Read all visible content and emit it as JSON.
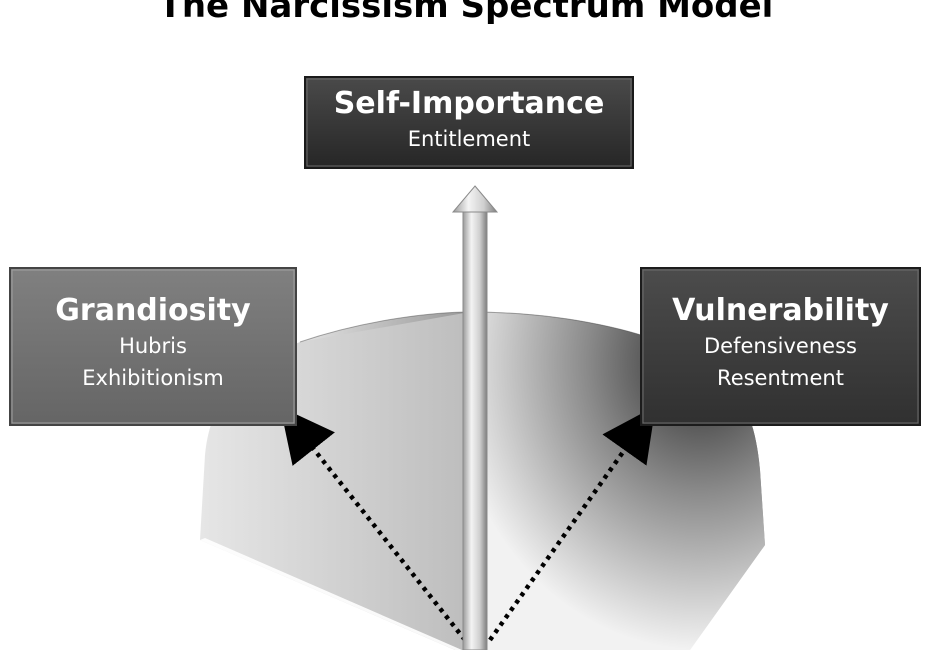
{
  "title": "The Narcissism Spectrum Model",
  "top_box": {
    "heading": "Self-Importance",
    "lines": [
      "Entitlement"
    ]
  },
  "left_box": {
    "heading": "Grandiosity",
    "lines": [
      "Hubris",
      "Exhibitionism"
    ]
  },
  "right_box": {
    "heading": "Vulnerability",
    "lines": [
      "Defensiveness",
      "Resentment"
    ]
  },
  "colors": {
    "top_box": "#2f2f2f",
    "left_box": "#6e6e6e",
    "right_box": "#3b3b3b",
    "base_dark": "#3a3a3a",
    "base_light": "#eeeeee",
    "arrow": "#c8c8c8",
    "dotted_arrow": "#000000"
  }
}
